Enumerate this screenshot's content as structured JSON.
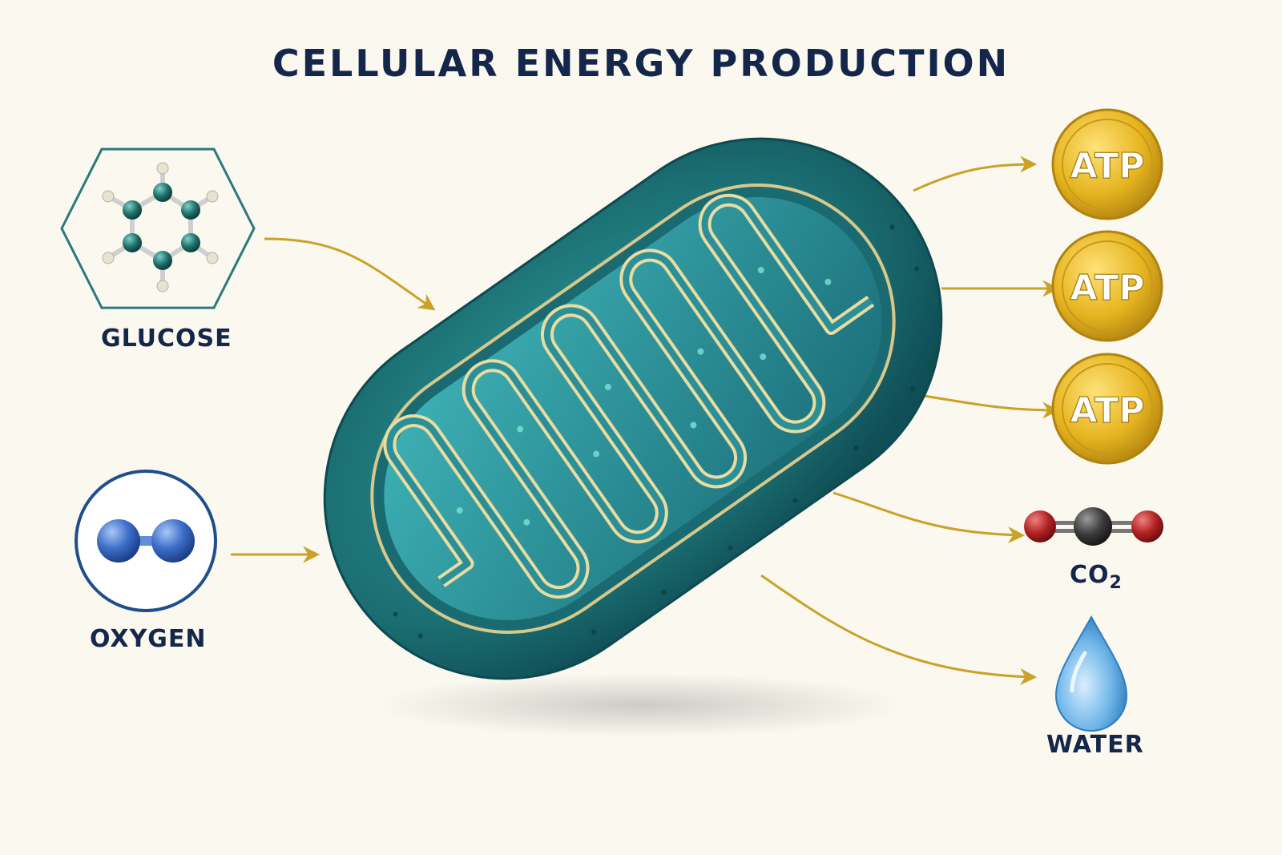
{
  "title": "CELLULAR ENERGY PRODUCTION",
  "inputs": {
    "glucose": {
      "label": "GLUCOSE",
      "icon": "glucose-molecule-icon"
    },
    "oxygen": {
      "label": "OXYGEN",
      "icon": "oxygen-molecule-icon"
    }
  },
  "outputs": {
    "atp": [
      {
        "label": "ATP",
        "icon": "atp-coin-icon"
      },
      {
        "label": "ATP",
        "icon": "atp-coin-icon"
      },
      {
        "label": "ATP",
        "icon": "atp-coin-icon"
      }
    ],
    "co2": {
      "label_main": "CO",
      "label_sub": "2",
      "icon": "co2-molecule-icon"
    },
    "water": {
      "label": "WATER",
      "icon": "water-drop-icon"
    }
  },
  "colors": {
    "title": "#14264a",
    "arrow": "#c9a227",
    "mitochondrion": "#1f7a7a",
    "atp_gold": "#e6b520",
    "glucose_frame": "#2a7a7a",
    "oxygen_frame": "#1e4f8c",
    "oxygen_atom": "#3d6fc9",
    "carbon": "#3a3a3a",
    "oxygen_red": "#b22222",
    "water": "#6fb6e8"
  }
}
